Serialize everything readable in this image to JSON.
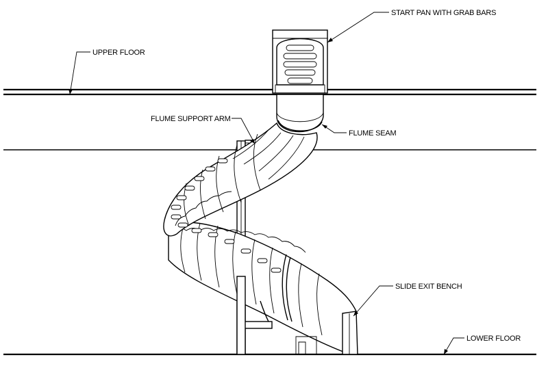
{
  "labels": {
    "start_pan": "START PAN WITH GRAB BARS",
    "upper_floor": "UPPER FLOOR",
    "flume_support_arm": "FLUME SUPPORT ARM",
    "flume_seam": "FLUME SEAM",
    "slide_exit_bench": "SLIDE EXIT BENCH",
    "lower_floor": "LOWER FLOOR"
  },
  "colors": {
    "ink": "#000000",
    "paper": "#ffffff"
  },
  "icons": {
    "leader_arrow": "arrowhead",
    "slide": "spiral-tube-slide"
  }
}
